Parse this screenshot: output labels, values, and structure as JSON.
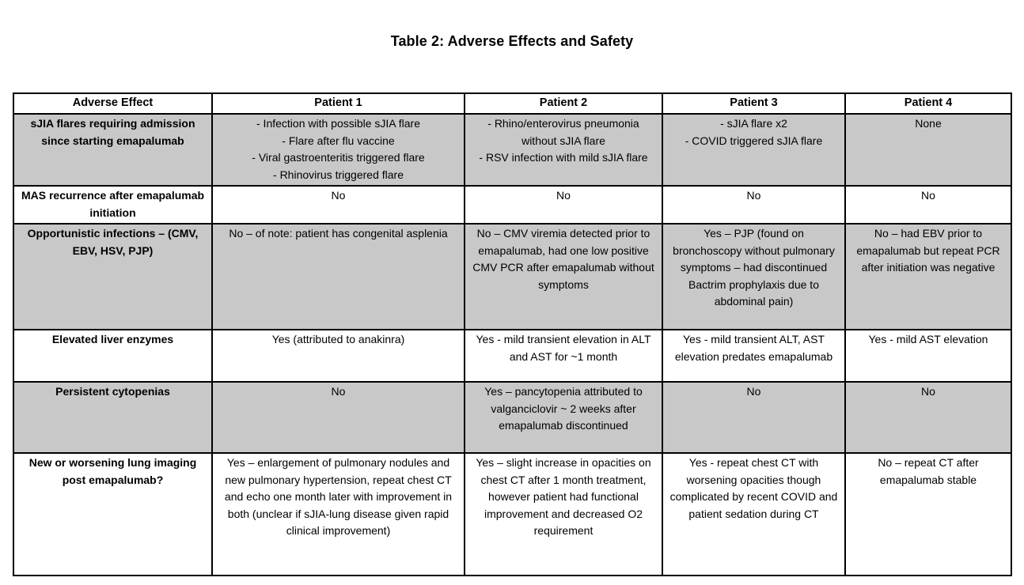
{
  "title": "Table 2: Adverse Effects and Safety",
  "colors": {
    "row_shading": "#c8c8c8",
    "border": "#000000",
    "text": "#000000"
  },
  "table": {
    "headers": [
      "Adverse Effect",
      "Patient 1",
      "Patient 2",
      "Patient 3",
      "Patient 4"
    ],
    "rows": [
      {
        "label": "sJIA flares requiring admission since starting emapalumab",
        "shaded": true,
        "cells": [
          "- Infection with possible sJIA flare\n- Flare after flu vaccine\n- Viral gastroenteritis triggered flare\n- Rhinovirus triggered flare",
          "- Rhino/enterovirus pneumonia without sJIA flare\n- RSV infection with mild sJIA flare",
          "- sJIA flare x2\n- COVID triggered sJIA flare",
          "None"
        ]
      },
      {
        "label": "MAS recurrence after emapalumab initiation",
        "shaded": false,
        "cells": [
          "No",
          "No",
          "No",
          "No"
        ]
      },
      {
        "label": "Opportunistic infections – (CMV, EBV, HSV, PJP)",
        "shaded": true,
        "cells": [
          "No – of note: patient has congenital asplenia",
          "No – CMV viremia detected prior to emapalumab, had one low positive CMV PCR after emapalumab without symptoms",
          "Yes – PJP (found on bronchoscopy without pulmonary symptoms – had discontinued Bactrim prophylaxis due to abdominal pain)",
          "No – had EBV prior to emapalumab but repeat PCR after initiation was negative"
        ]
      },
      {
        "label": "Elevated liver enzymes",
        "shaded": false,
        "cells": [
          "Yes (attributed to anakinra)",
          "Yes - mild transient elevation in ALT and AST for ~1 month",
          "Yes - mild transient ALT, AST elevation predates emapalumab",
          "Yes - mild AST elevation"
        ]
      },
      {
        "label": "Persistent cytopenias",
        "shaded": true,
        "cells": [
          "No",
          "Yes – pancytopenia attributed to valganciclovir ~ 2 weeks after emapalumab discontinued",
          "No",
          "No"
        ]
      },
      {
        "label": "New or worsening lung imaging post emapalumab?",
        "shaded": false,
        "cells": [
          "Yes – enlargement of pulmonary nodules and new pulmonary hypertension, repeat chest CT and echo one month later with improvement in both (unclear if sJIA-lung disease given rapid clinical improvement)",
          "Yes – slight increase in opacities on chest CT after 1 month treatment, however patient had functional improvement and decreased O2 requirement",
          "Yes - repeat chest CT with worsening opacities though complicated by recent COVID and patient sedation during CT",
          "No – repeat CT after emapalumab stable"
        ]
      }
    ]
  }
}
